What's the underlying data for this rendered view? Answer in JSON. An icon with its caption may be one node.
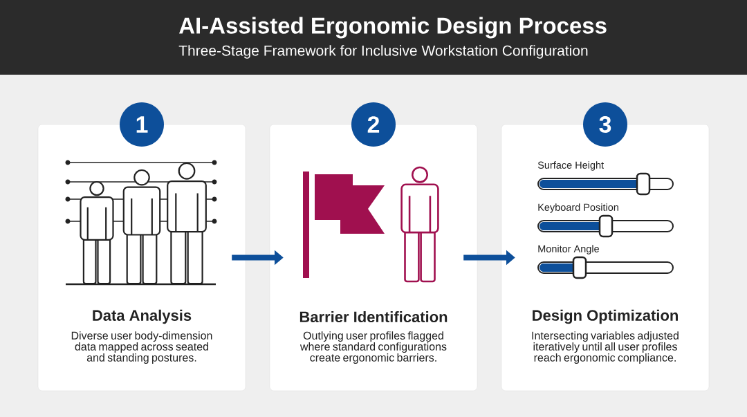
{
  "diagram": {
    "title": "AI-Assisted Ergonomic Design Process",
    "nodes": [
      {
        "text": [
          "1"
        ]
      },
      {
        "text": [
          "Data Analysis",
          "Diverse user body-dimension data mapped across seated and standing postures."
        ]
      },
      {
        "text": [
          "2"
        ]
      },
      {
        "text": [
          "Barrier Identification",
          "Outlying user profiles flagged where standard configurations create ergonomic barriers."
        ]
      },
      {
        "text": [
          "3"
        ]
      },
      {
        "text": [
          "Design Optimization",
          "Intersecting variables adjusted iteratively until all user profiles reach ergonomic compliance."
        ]
      }
    ],
    "edges": [
      {
        "from": 1,
        "to": 3,
        "arrow": "to"
      },
      {
        "from": 3,
        "to": 5,
        "arrow": "to"
      }
    ],
    "labels": [
      "Three-Stage Framework for Inclusive Workstation Configuration",
      "Surface Height",
      "Keyboard Position",
      "Monitor Angle"
    ]
  }
}
